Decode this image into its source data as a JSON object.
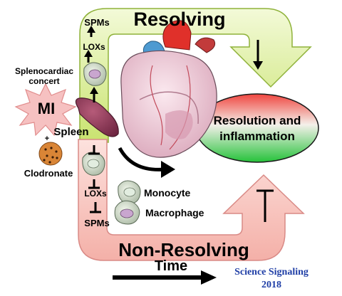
{
  "labels": {
    "resolving": "Resolving",
    "non_resolving": "Non-Resolving",
    "spms_top": "SPMs",
    "loxs_top": "LOXs",
    "spms_bottom": "SPMs",
    "loxs_bottom": "LOXs",
    "splenocardiac_line1": "Splenocardiac",
    "splenocardiac_line2": "concert",
    "mi": "MI",
    "spleen": "Spleen",
    "plus": "+",
    "clodronate": "Clodronate",
    "resolution_line1": "Resolution and",
    "resolution_line2": "inflammation",
    "monocyte": "Monocyte",
    "macrophage": "Macrophage",
    "time": "Time",
    "journal_line1": "Science Signaling",
    "journal_line2": "2018"
  },
  "colors": {
    "resolving_arrow_top": "#eef7c8",
    "resolving_arrow_bottom": "#cfe67a",
    "nonresolving_arrow_top": "#fbd5d0",
    "nonresolving_arrow_bottom": "#f3a7a0",
    "ellipse_top": "#f0453f",
    "ellipse_bottom": "#29c33c",
    "mi_burst": "#f6c1c1",
    "spleen": "#8b3a55",
    "journal": "#1f3ea6",
    "heart_body": "#f3d6df",
    "aorta": "#e0302a"
  }
}
